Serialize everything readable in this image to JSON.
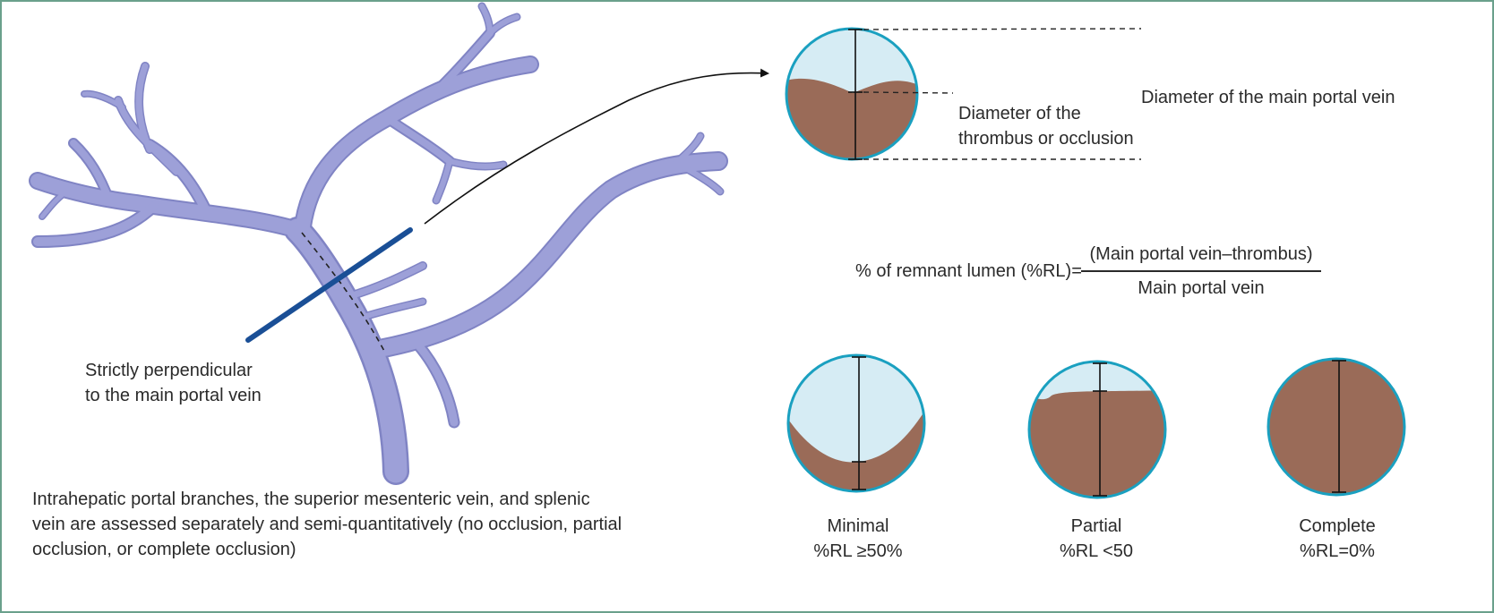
{
  "left_panel": {
    "perpendicular_note": [
      "Strictly perpendicular",
      "to the main portal vein"
    ],
    "assessment_note": [
      "Intrahepatic portal branches, the superior mesenteric vein, and splenic",
      "vein are assessed separately and semi-quantitatively (no occlusion, partial",
      "occlusion, or complete occlusion)"
    ]
  },
  "cross_section": {
    "diameter_main_label": "Diameter of the main portal vein",
    "diameter_thrombus_label": [
      "Diameter of the",
      "thrombus or occlusion"
    ]
  },
  "formula": {
    "lhs": "% of remnant lumen (%RL)=",
    "numerator": "(Main portal vein–thrombus)",
    "denominator": "Main portal vein"
  },
  "grades": [
    {
      "name": "Minimal",
      "criterion": "%RL ≥50%"
    },
    {
      "name": "Partial",
      "criterion": "%RL <50"
    },
    {
      "name": "Complete",
      "criterion": "%RL=0%"
    }
  ],
  "colors": {
    "vein_fill": "#9da0d8",
    "vein_edge": "#8084c4",
    "lumen": "#d6ecf4",
    "thrombus": "#9a6b58",
    "circle_border": "#1aa0c0",
    "cut_line": "#1a4f96",
    "frame": "#6aa08c"
  }
}
